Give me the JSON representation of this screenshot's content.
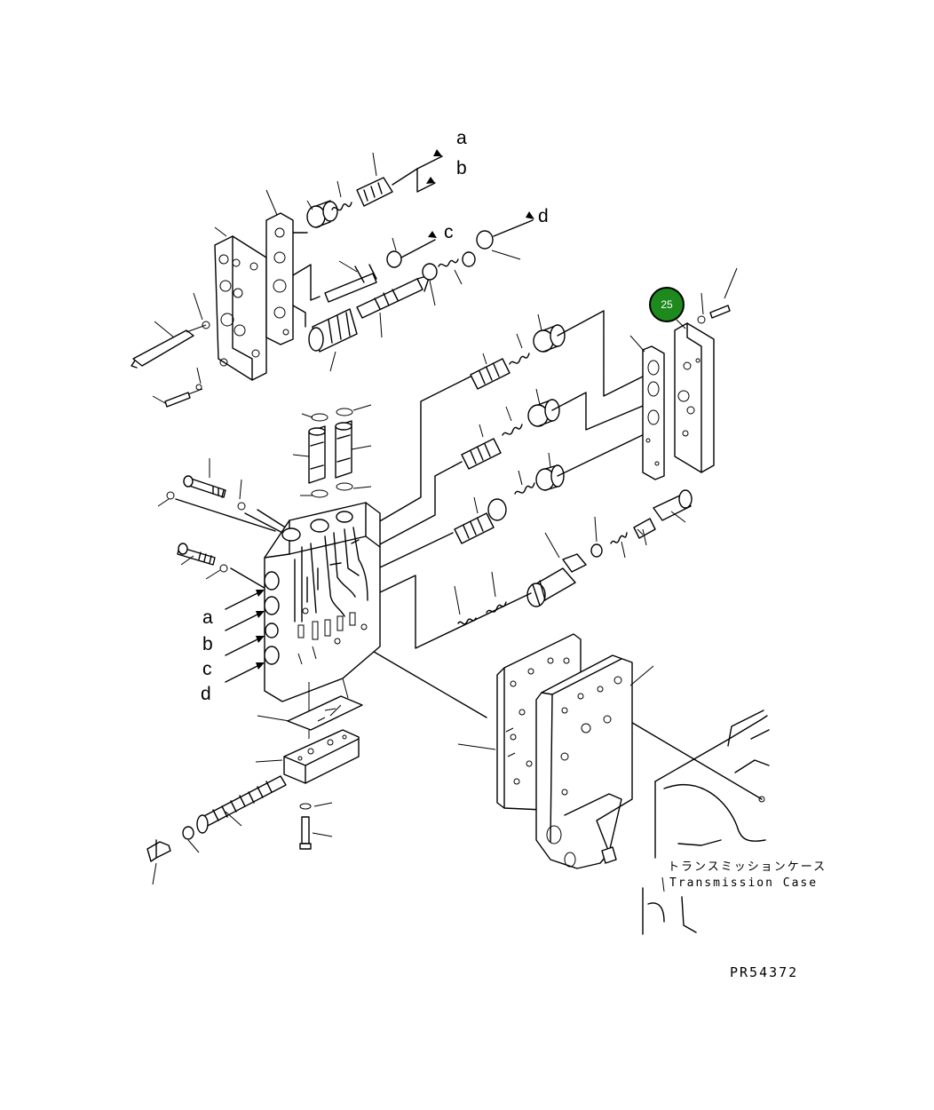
{
  "diagram": {
    "callout_letters": {
      "a_top": "a",
      "b_top": "b",
      "c_top": "c",
      "d_top": "d",
      "a_side": "a",
      "b_side": "b",
      "c_side": "c",
      "d_side": "d"
    },
    "highlight_badge": {
      "number": "25",
      "color": "#1e8a1e"
    },
    "case_label_jp": "トランスミッションケース",
    "case_label_en": "Transmission Case",
    "drawing_code": "PR54372"
  }
}
